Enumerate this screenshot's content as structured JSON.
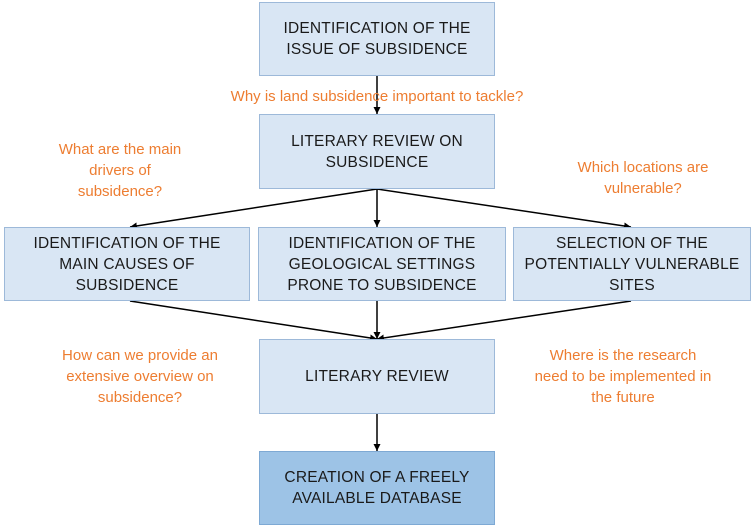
{
  "colors": {
    "box_fill": "#d9e6f4",
    "box_border": "#9db9d9",
    "final_box_fill": "#9dc3e6",
    "question_text": "#ed7d31",
    "arrow": "#000000"
  },
  "steps": {
    "identification": "IDENTIFICATION OF THE\nISSUE OF SUBSIDENCE",
    "literary_review_subsidence": "LITERARY REVIEW ON\nSUBSIDENCE",
    "main_causes": "IDENTIFICATION OF THE\nMAIN CAUSES  OF\nSUBSIDENCE",
    "geological_settings": "IDENTIFICATION OF THE\nGEOLOGICAL SETTINGS\nPRONE TO SUBSIDENCE",
    "vulnerable_sites": "SELECTION OF THE\nPOTENTIALLY VULNERABLE\nSITES",
    "literary_review": "LITERARY REVIEW",
    "database": "CREATION OF A FREELY\nAVAILABLE DATABASE"
  },
  "questions": {
    "why_tackle": "Why is land subsidence important to tackle?",
    "main_drivers": "What are the main\ndrivers of\nsubsidence?",
    "which_locations": "Which locations are\nvulnerable?",
    "how_overview": "How can we provide an\nextensive overview on\nsubsidence?",
    "where_research": "Where is the research\nneed to be implemented in\nthe future"
  }
}
